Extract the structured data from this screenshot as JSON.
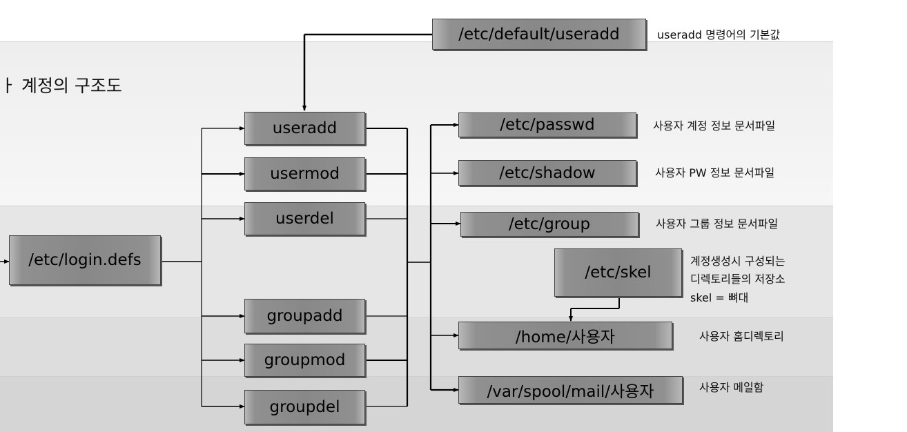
{
  "title": "ㅏ 계정의 구조도",
  "nodes": {
    "login_defs": "/etc/login.defs",
    "useradd": "useradd",
    "usermod": "usermod",
    "userdel": "userdel",
    "groupadd": "groupadd",
    "groupmod": "groupmod",
    "groupdel": "groupdel",
    "default_useradd": "/etc/default/useradd",
    "passwd": "/etc/passwd",
    "shadow": "/etc/shadow",
    "group": "/etc/group",
    "skel": "/etc/skel",
    "home": "/home/사용자",
    "mail": "/var/spool/mail/사용자"
  },
  "notes": {
    "default_useradd": "useradd 명령어의 기본값",
    "passwd": "사용자 계정 정보 문서파일",
    "shadow": "사용자 PW 정보 문서파일",
    "group": "사용자 그룹 정보 문서파일",
    "skel_line1": "계정생성시 구성되는",
    "skel_line2": "디렉토리들의 저장소",
    "skel_line3": "skel = 뼈대",
    "home": "사용자 홈디렉토리",
    "mail": "사용자 메일함"
  }
}
